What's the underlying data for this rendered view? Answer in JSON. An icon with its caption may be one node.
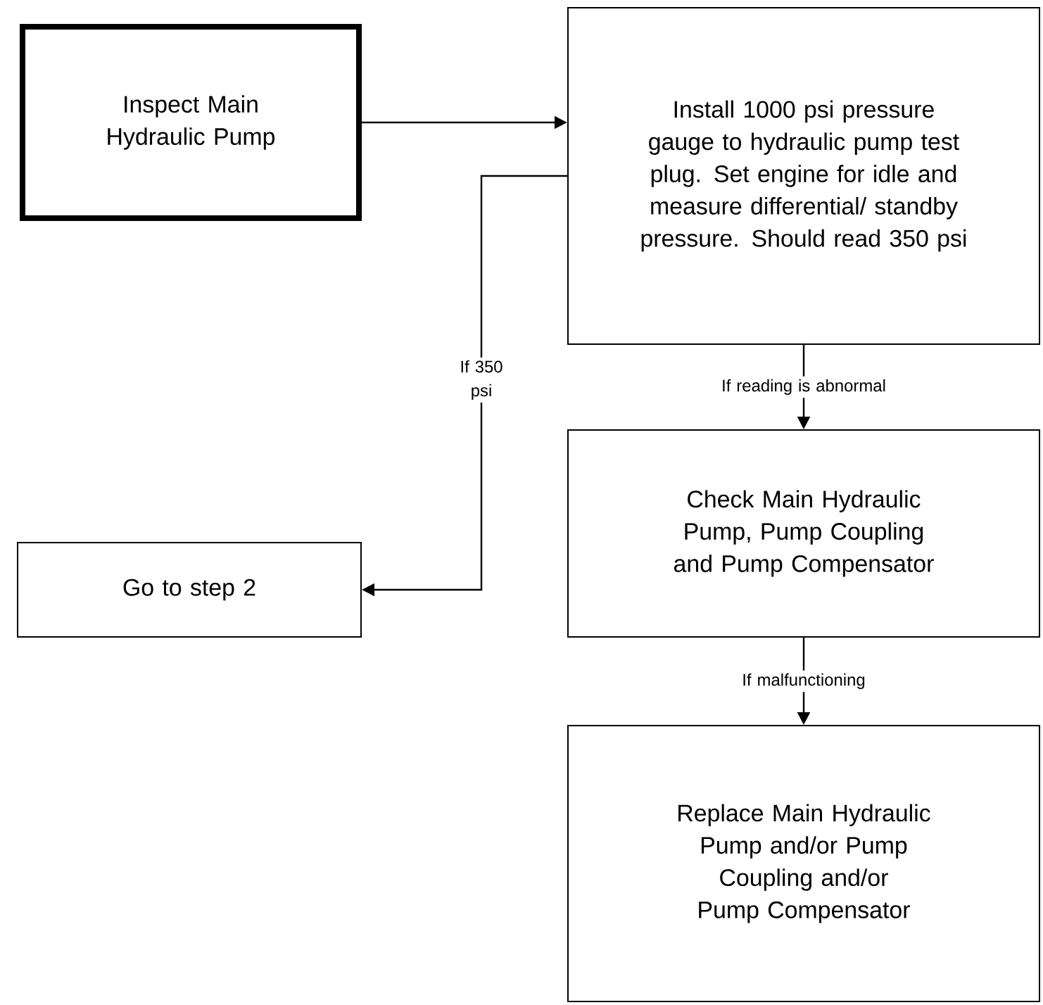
{
  "diagram": {
    "nodes": [
      {
        "text": [
          "Inspect Main Hydraulic Pump"
        ]
      },
      {
        "text": [
          "Install 1000 psi pressure gauge to hydraulic pump test plug. Set engine for idle and measure differential/ standby pressure. Should read 350 psi"
        ]
      },
      {
        "text": [
          "Check Main Hydraulic Pump, Pump Coupling and Pump Compensator"
        ]
      },
      {
        "text": [
          "Replace Main Hydraulic Pump and/or Pump Coupling and/or Pump Compensator"
        ]
      },
      {
        "text": [
          "Go to step 2"
        ]
      }
    ],
    "edges": [
      {
        "from": 0,
        "to": 1,
        "arrow": "to"
      },
      {
        "from": 1,
        "to": 4,
        "arrow": "to",
        "label": "If 350 psi"
      },
      {
        "from": 1,
        "to": 2,
        "arrow": "to",
        "label": "If reading is abnormal"
      },
      {
        "from": 2,
        "to": 3,
        "arrow": "to",
        "label": "If malfunctioning"
      }
    ]
  }
}
